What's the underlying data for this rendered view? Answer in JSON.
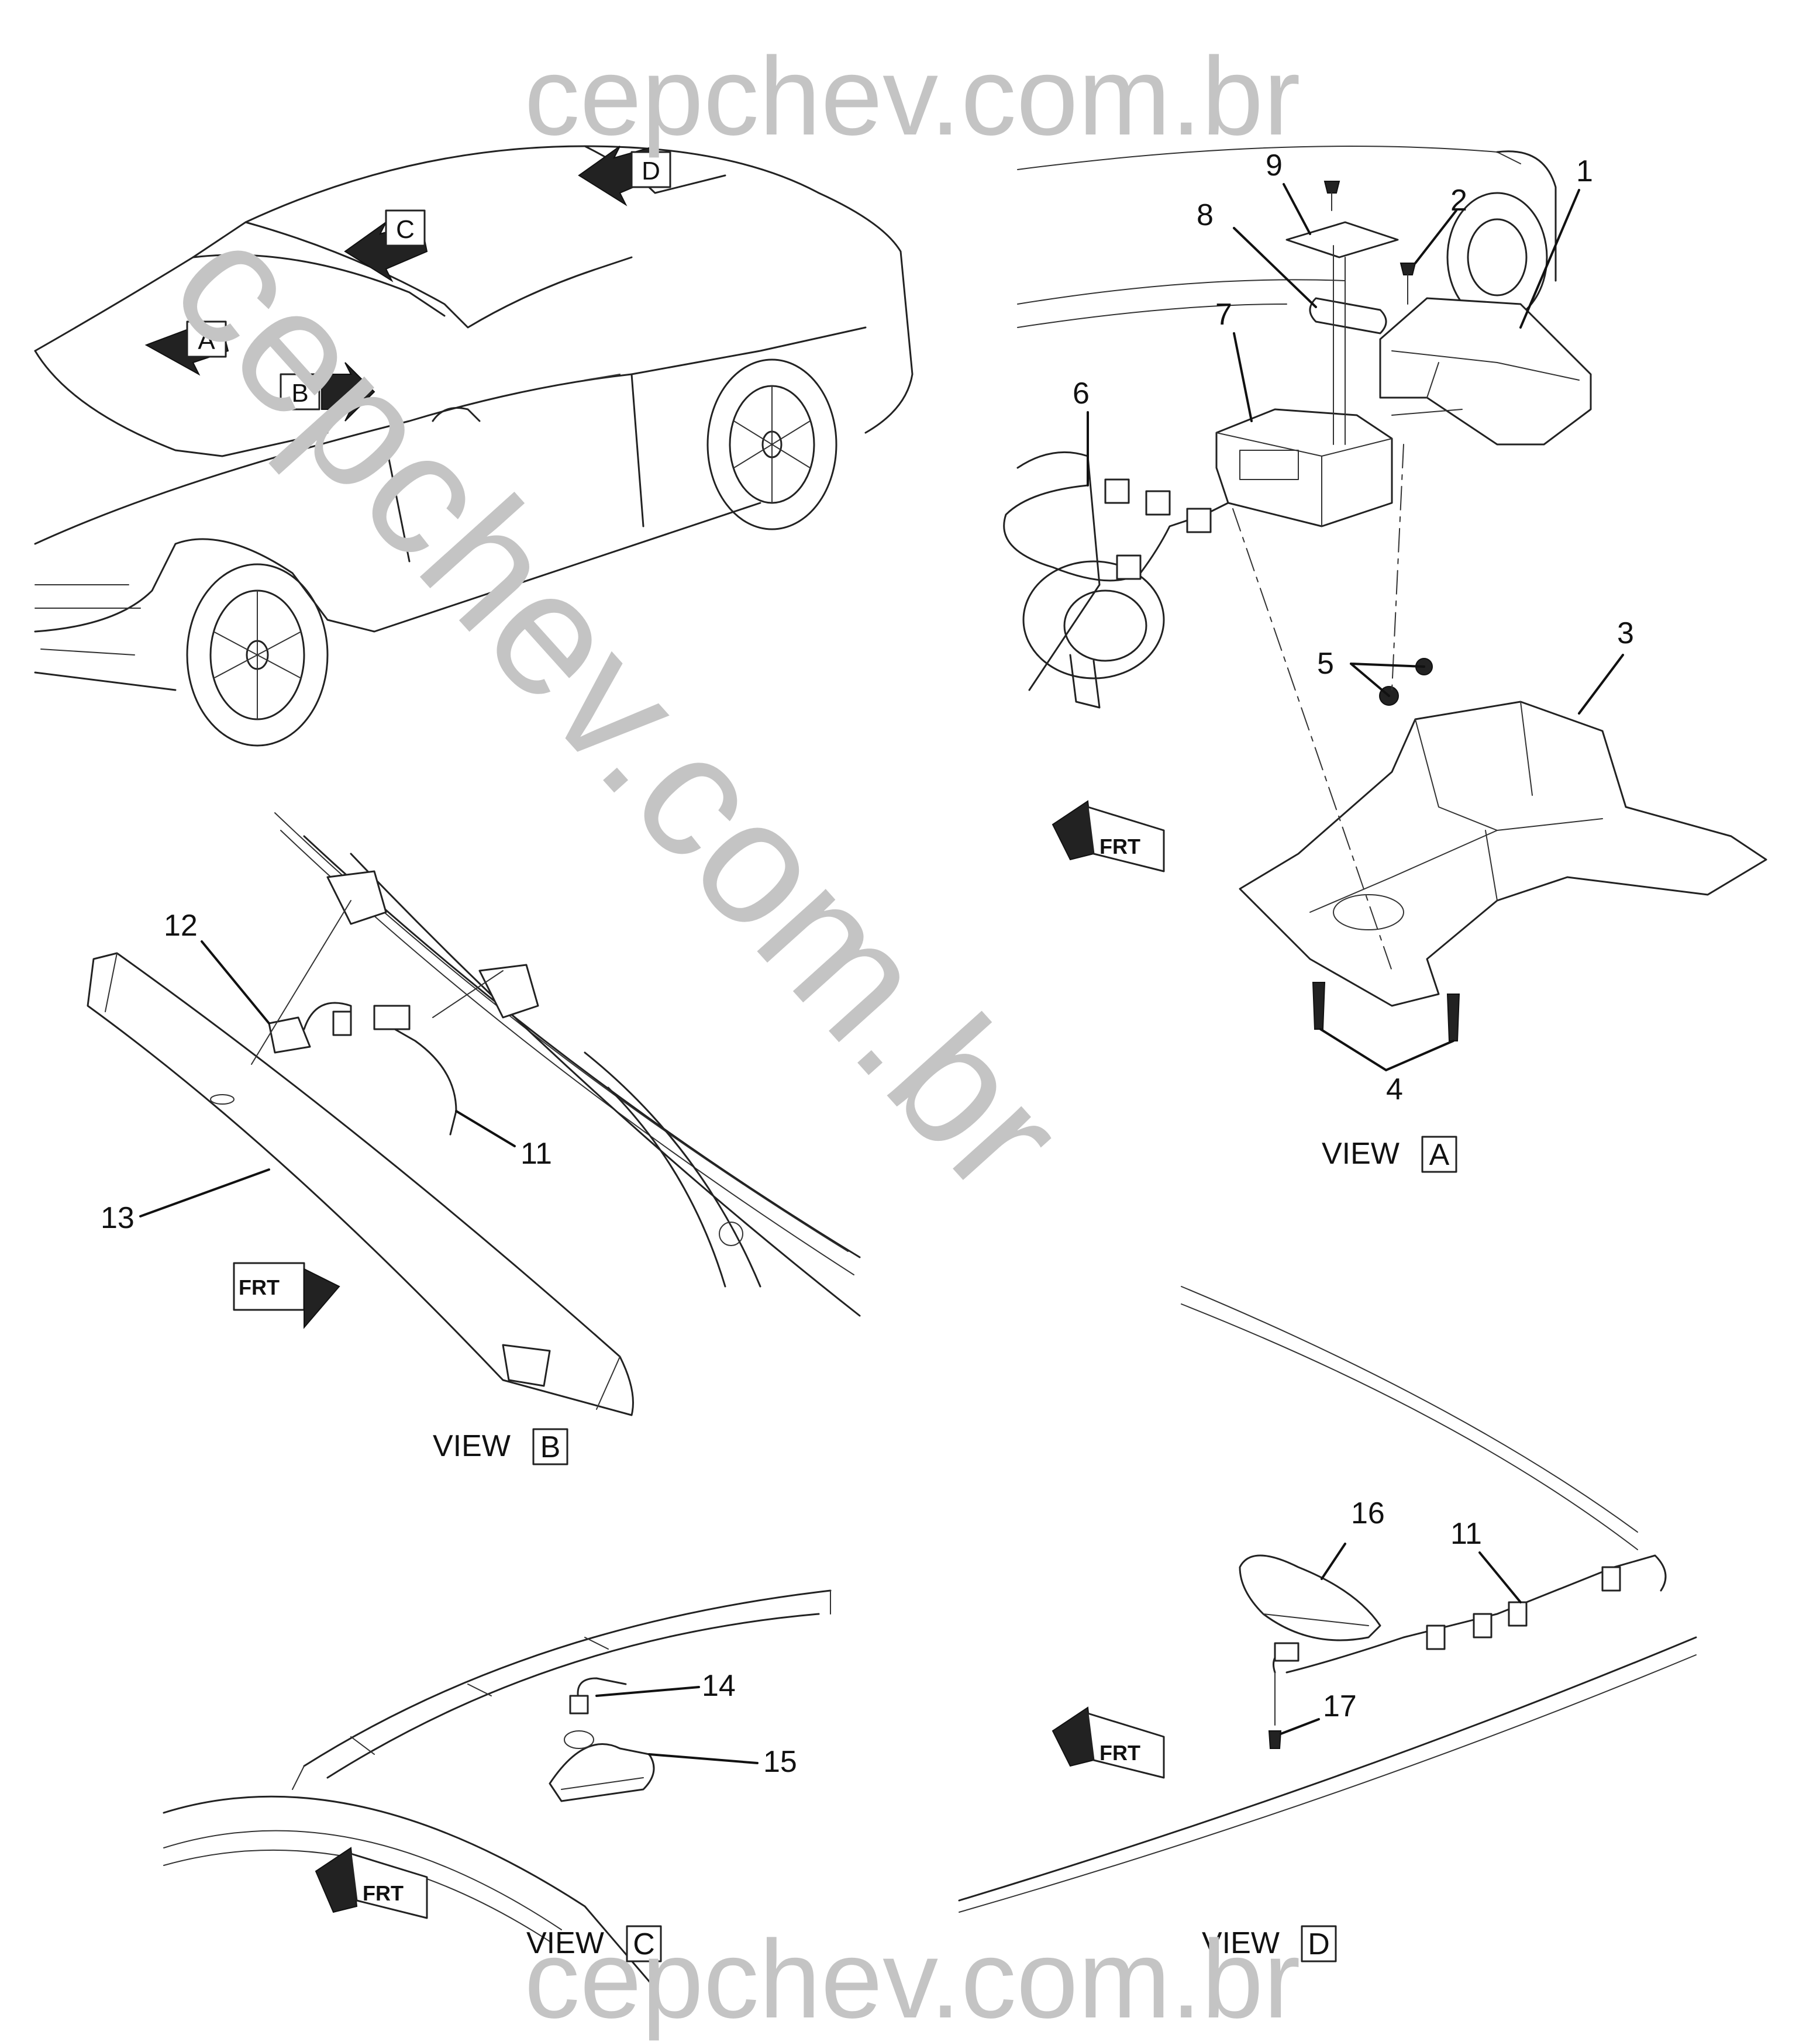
{
  "watermark": {
    "top": "cepchev.com.br",
    "diagonal": "cepchev.com.br",
    "bottom": "cepchev.com.br"
  },
  "locator_tags": [
    "A",
    "B",
    "C",
    "D"
  ],
  "views": {
    "a": {
      "prefix": "VIEW",
      "letter": "A"
    },
    "b": {
      "prefix": "VIEW",
      "letter": "B"
    },
    "c": {
      "prefix": "VIEW",
      "letter": "C"
    },
    "d": {
      "prefix": "VIEW",
      "letter": "D"
    }
  },
  "frt_label": "FRT",
  "callouts": {
    "c1": "1",
    "c2": "2",
    "c3": "3",
    "c4": "4",
    "c5": "5",
    "c6": "6",
    "c7": "7",
    "c8": "8",
    "c9": "9",
    "c11b": "11",
    "c12": "12",
    "c13": "13",
    "c14": "14",
    "c15": "15",
    "c16": "16",
    "c11d": "11",
    "c17": "17"
  },
  "colors": {
    "line": "#222222",
    "watermark": "#c4c4c4",
    "background": "#ffffff"
  }
}
